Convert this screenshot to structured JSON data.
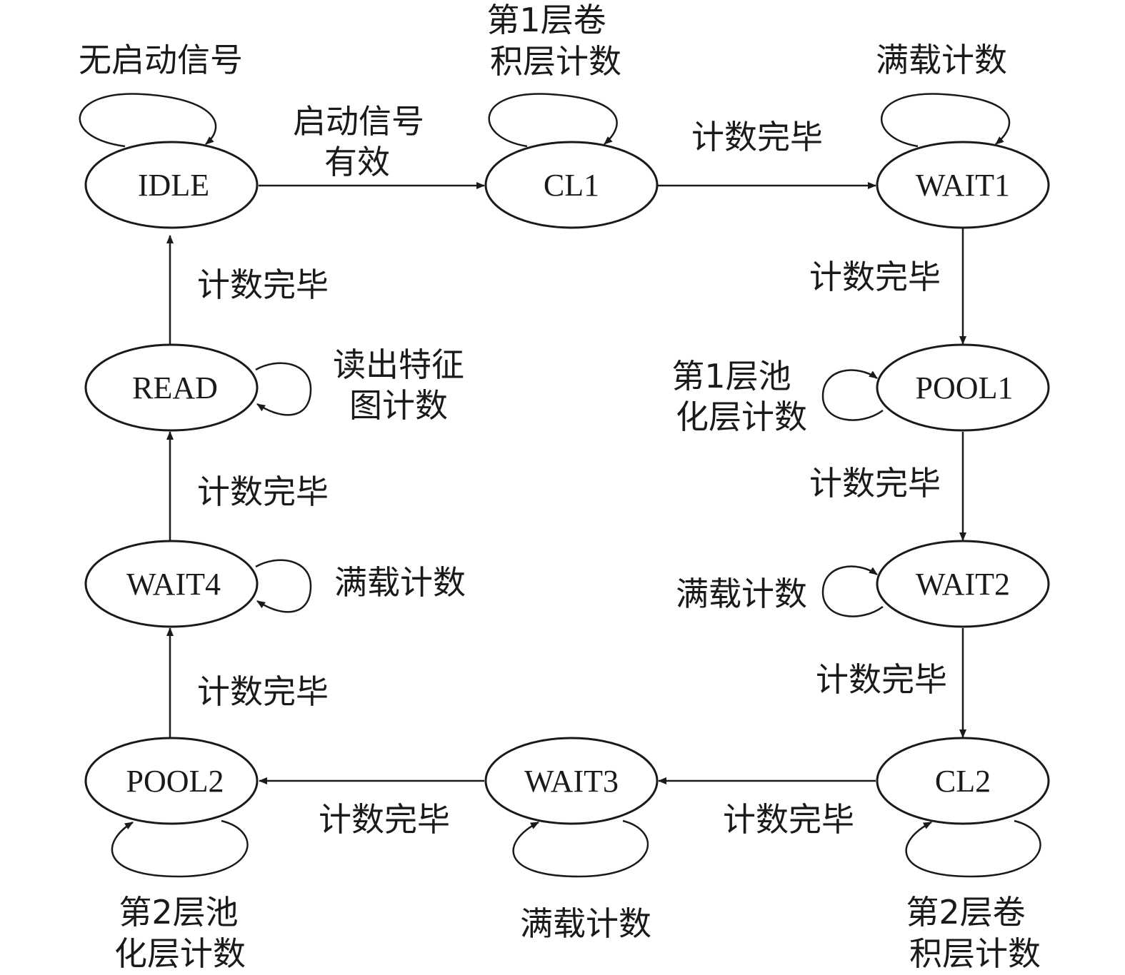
{
  "colors": {
    "stroke": "#1a1a1a",
    "background": "#ffffff"
  },
  "nodes": {
    "idle": "IDLE",
    "cl1": "CL1",
    "wait1": "WAIT1",
    "pool1": "POOL1",
    "wait2": "WAIT2",
    "cl2": "CL2",
    "wait3": "WAIT3",
    "pool2": "POOL2",
    "wait4": "WAIT4",
    "read": "READ"
  },
  "transitions": {
    "idle_to_cl1": [
      "启动信号",
      "有效"
    ],
    "cl1_to_wait1": "计数完毕",
    "wait1_to_pool1": "计数完毕",
    "pool1_to_wait2": "计数完毕",
    "wait2_to_cl2": "计数完毕",
    "cl2_to_wait3": "计数完毕",
    "wait3_to_pool2": "计数完毕",
    "pool2_to_wait4": "计数完毕",
    "wait4_to_read": "计数完毕",
    "read_to_idle": "计数完毕"
  },
  "self_loops": {
    "idle": "无启动信号",
    "cl1": [
      "第1层卷",
      "积层计数"
    ],
    "wait1": "满载计数",
    "pool1": [
      "第1层池",
      "化层计数"
    ],
    "wait2": "满载计数",
    "cl2": [
      "第2层卷",
      "积层计数"
    ],
    "wait3": "满载计数",
    "pool2": [
      "第2层池",
      "化层计数"
    ],
    "wait4": "满载计数",
    "read": [
      "读出特征",
      "图计数"
    ]
  }
}
